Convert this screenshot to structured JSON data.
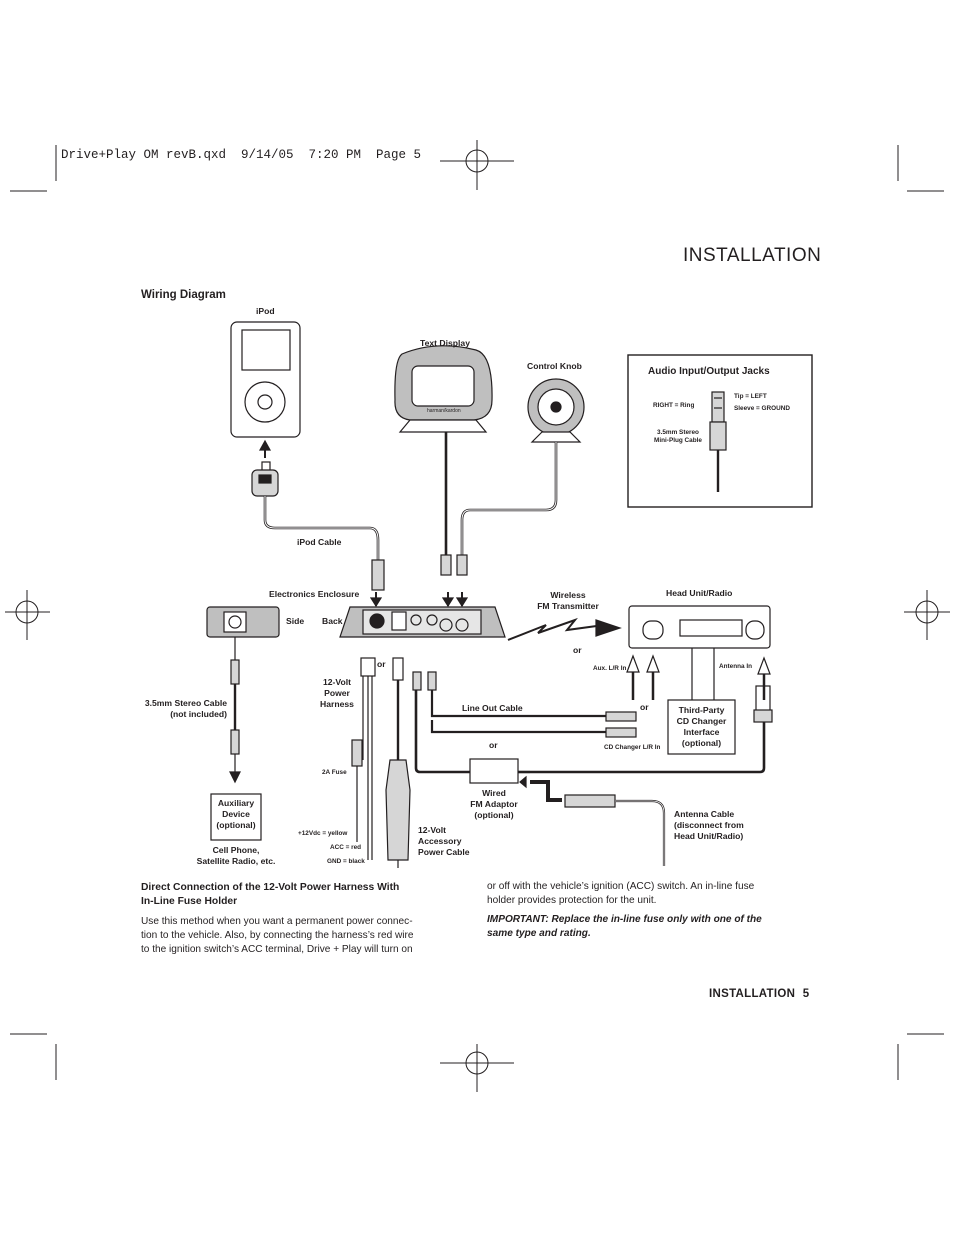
{
  "slug": "Drive+Play OM revB.qxd  9/14/05  7:20 PM  Page 5",
  "section_title": "INSTALLATION",
  "wiring_title": "Wiring Diagram",
  "diagram": {
    "ipod": "iPod",
    "text_display": "Text Display",
    "display_brand": "harman/kardon",
    "control_knob": "Control Knob",
    "ipod_cable": "iPod Cable",
    "electronics_enclosure": "Electronics Enclosure",
    "side": "Side",
    "back": "Back",
    "wireless_fm": [
      "Wireless",
      "FM Transmitter"
    ],
    "head_unit": "Head Unit/Radio",
    "or": "or",
    "aux_lr_in": "Aux. L/R In",
    "antenna_in": "Antenna In",
    "stereo_cable": [
      "3.5mm Stereo Cable",
      "(not included)"
    ],
    "power_harness": [
      "12-Volt",
      "Power",
      "Harness"
    ],
    "line_out_cable": "Line Out Cable",
    "third_party": [
      "Third-Party",
      "CD Changer",
      "Interface",
      "(optional)"
    ],
    "cd_changer_lr_in": "CD Changer L/R In",
    "fuse_2a": "2A Fuse",
    "wired_fm": [
      "Wired",
      "FM Adaptor",
      "(optional)"
    ],
    "auxiliary_device": [
      "Auxiliary",
      "Device",
      "(optional)"
    ],
    "cell_phone": [
      "Cell Phone,",
      "Satellite Radio, etc."
    ],
    "v12_yellow": "+12Vdc = yellow",
    "acc_red": "ACC = red",
    "gnd_black": "GND = black",
    "accessory_cable": [
      "12-Volt",
      "Accessory",
      "Power Cable"
    ],
    "antenna_cable": [
      "Antenna Cable",
      "(disconnect from",
      "Head Unit/Radio)"
    ],
    "jacks_box": {
      "title": "Audio Input/Output Jacks",
      "tip": "Tip = LEFT",
      "ring": "RIGHT = Ring",
      "sleeve": "Sleeve = GROUND",
      "mini_plug": [
        "3.5mm Stereo",
        "Mini-Plug Cable"
      ]
    }
  },
  "body": {
    "heading": [
      "Direct Connection of the 12-Volt Power Harness With",
      "In-Line Fuse Holder"
    ],
    "left_lines": [
      "Use this method when you want a permanent power connec-",
      "tion to the vehicle. Also, by connecting the harness’s red wire",
      "to the ignition switch’s ACC terminal, Drive + Play will turn on"
    ],
    "right_lines": [
      "or off with the vehicle’s ignition (ACC) switch. An in-line fuse",
      "holder provides protection for the unit."
    ],
    "important_lines": [
      "IMPORTANT: Replace the in-line fuse only with one of the",
      "same type and rating."
    ]
  },
  "footer": {
    "label": "INSTALLATION",
    "page": "5"
  }
}
